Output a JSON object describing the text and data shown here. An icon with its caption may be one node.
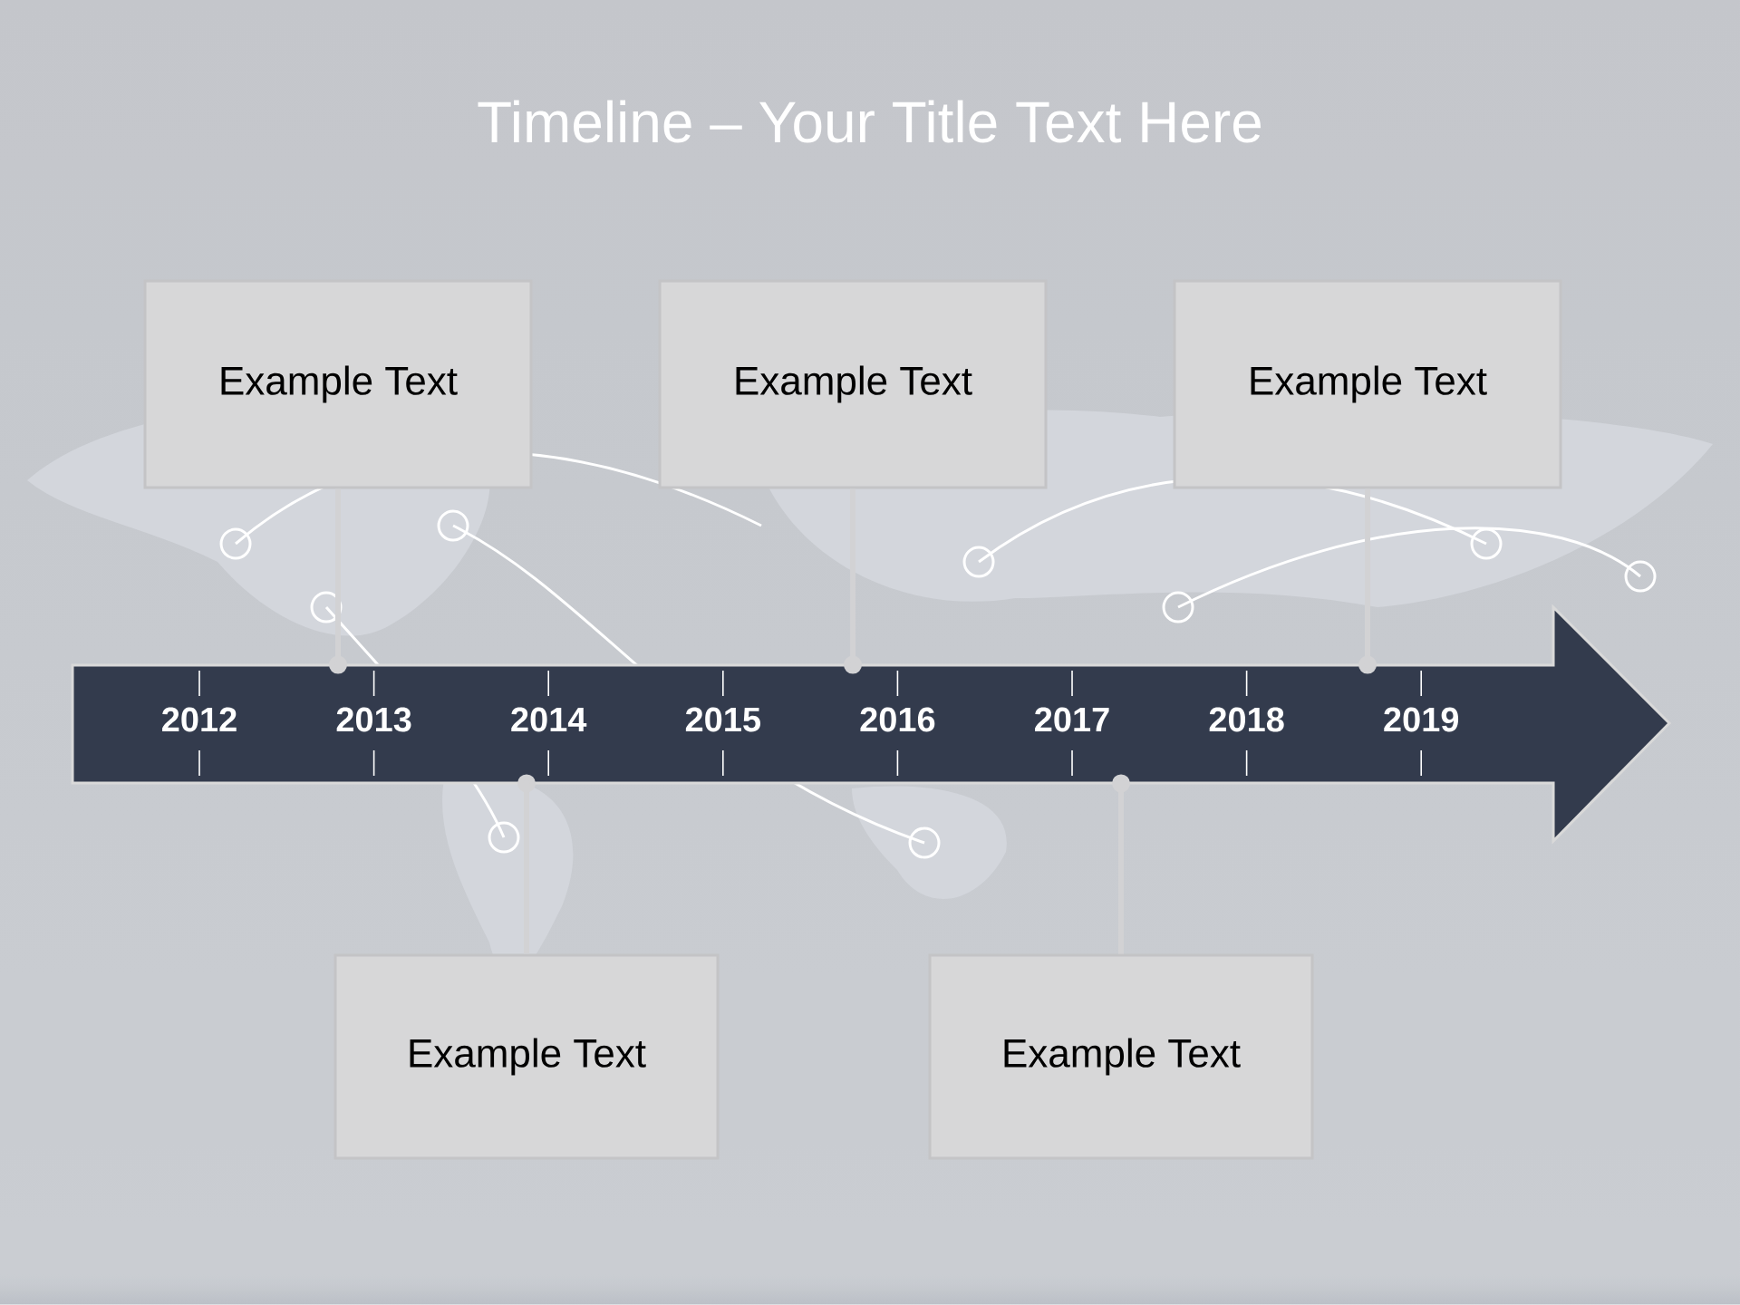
{
  "diagram": {
    "title": "Timeline – Your Title Text Here",
    "nodes": [
      {
        "text": [
          "Example Text"
        ]
      },
      {
        "text": [
          "Example Text"
        ]
      },
      {
        "text": [
          "Example Text"
        ]
      },
      {
        "text": [
          "Example Text"
        ]
      },
      {
        "text": [
          "Example Text"
        ]
      },
      {
        "text": [
          "2012",
          "2013",
          "2014",
          "2015",
          "2016",
          "2017",
          "2018",
          "2019"
        ]
      }
    ],
    "edges": [
      {
        "from": 0,
        "to": 5,
        "arrow": "other"
      },
      {
        "from": 1,
        "to": 5,
        "arrow": "other"
      },
      {
        "from": 2,
        "to": 5,
        "arrow": "other"
      },
      {
        "from": 3,
        "to": 5,
        "arrow": "other"
      },
      {
        "from": 4,
        "to": 5,
        "arrow": "other"
      }
    ]
  }
}
